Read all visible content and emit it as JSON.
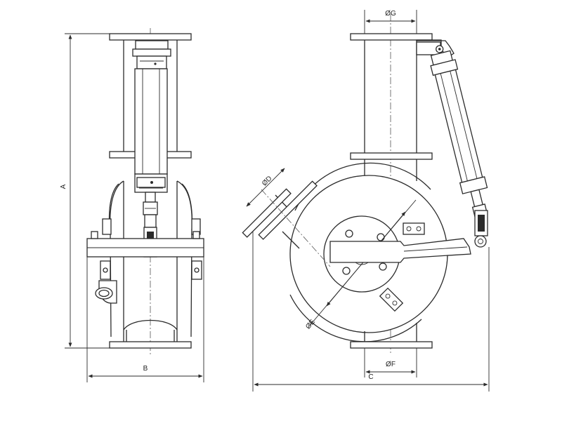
{
  "dimension_labels": {
    "A": "A",
    "B": "B",
    "C": "C",
    "D": "ØD",
    "E": "ØE",
    "F": "ØF",
    "G": "ØG"
  }
}
